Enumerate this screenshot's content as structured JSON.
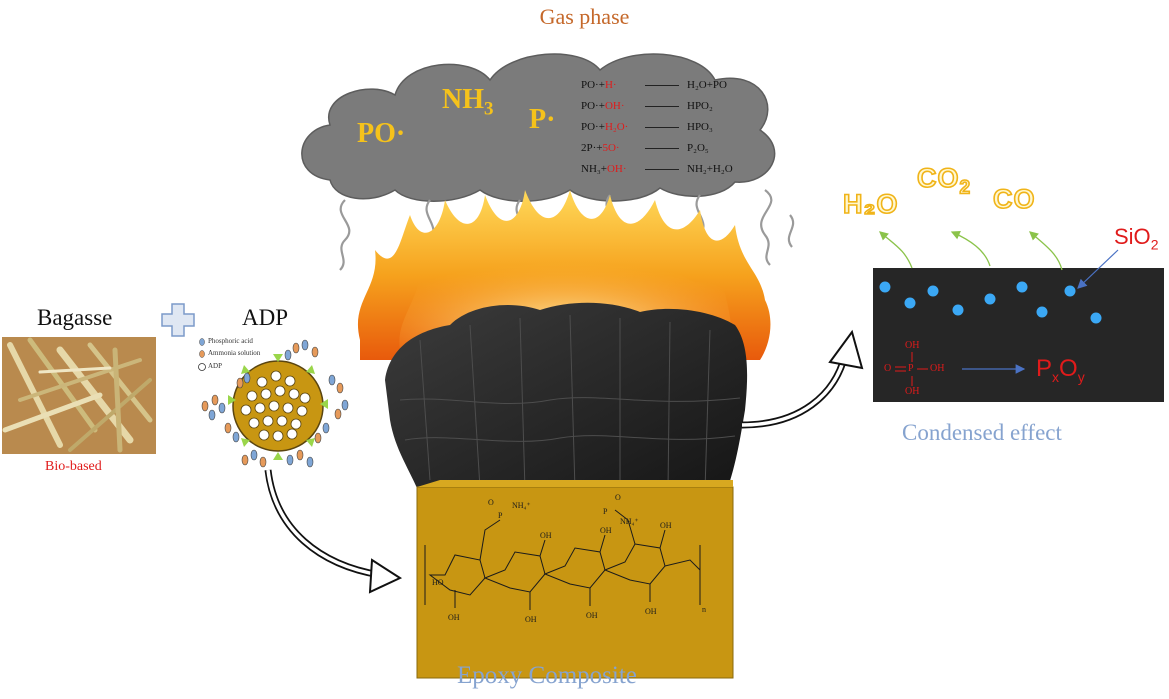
{
  "gas_phase": {
    "title": "Gas phase",
    "radicals": {
      "po": "PO·",
      "nh": "NH",
      "nh_sub": "3",
      "p": "P·"
    },
    "reactions": [
      {
        "lhs_a": "PO·+",
        "lhs_b": "H·",
        "rhs": "H₂O+PO"
      },
      {
        "lhs_a": "PO·+",
        "lhs_b": "OH·",
        "rhs": "HPO₂"
      },
      {
        "lhs_a": "PO·+",
        "lhs_b": "H₂O·",
        "rhs": "HPO₃"
      },
      {
        "lhs_a": "2P·+",
        "lhs_b": "5O·",
        "rhs": "P₂O₅"
      },
      {
        "lhs_a": "NH₃+",
        "lhs_b": "OH·",
        "rhs": "NH₂+H₂O"
      }
    ]
  },
  "left": {
    "bagasse_label": "Bagasse",
    "adp_label": "ADP",
    "bio_label": "Bio-based",
    "legend": [
      {
        "text": "Phosphoric acid",
        "color": "#7fa6d6"
      },
      {
        "text": "Ammonia solution",
        "color": "#e69a5a"
      },
      {
        "text": "ADP",
        "color": "#ffffff"
      }
    ]
  },
  "condensed": {
    "gases": {
      "h2o": "H₂O",
      "co": "CO",
      "co2_main": "CO",
      "co2_sub": "2"
    },
    "sio2": {
      "main": "SiO",
      "sub": "2"
    },
    "acid": {
      "oh1": "OH",
      "oh2": "OH",
      "oh3": "OH",
      "o": "O",
      "p": "P"
    },
    "product": {
      "p": "P",
      "x": "x",
      "o": "O",
      "y": "y"
    },
    "label": "Condensed effect"
  },
  "block": {
    "label": "Epoxy Composite",
    "nh4_a": "NH₄⁺",
    "nh4_b": "NH₄⁺",
    "chain_n": "n"
  },
  "colors": {
    "cloud": "#7b7b7b",
    "radical": "#f5c21b",
    "flame": "#f59a1a",
    "char": "#2a2a2a",
    "block": "#c89612",
    "condensed_bg": "#262626",
    "dot": "#3ba8f5",
    "red_text": "#e01b1b",
    "label_blue": "#86a3cf"
  }
}
